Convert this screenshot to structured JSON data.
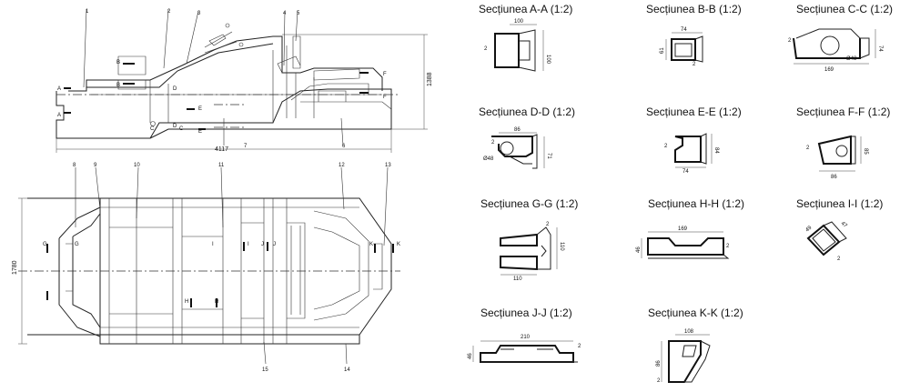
{
  "side_view": {
    "overall_length": "4117",
    "height": "1388",
    "callouts": [
      "1",
      "2",
      "3",
      "4",
      "5",
      "6",
      "7"
    ],
    "section_marks": [
      "A",
      "A",
      "B",
      "B",
      "C",
      "C",
      "D",
      "D",
      "E",
      "E",
      "F",
      "F"
    ]
  },
  "top_view": {
    "width": "1780",
    "callouts": [
      "8",
      "9",
      "10",
      "11",
      "12",
      "13",
      "14",
      "15"
    ],
    "section_marks": [
      "G",
      "G",
      "H",
      "H",
      "I",
      "I",
      "J",
      "J",
      "K",
      "K"
    ]
  },
  "sections": [
    {
      "title": "Secțiunea A-A (1:2)",
      "dims": [
        "100",
        "100",
        "2"
      ]
    },
    {
      "title": "Secțiunea B-B (1:2)",
      "dims": [
        "74",
        "61",
        "2"
      ]
    },
    {
      "title": "Secțiunea C-C (1:2)",
      "dims": [
        "169",
        "74",
        "Ø48",
        "2"
      ]
    },
    {
      "title": "Secțiunea D-D (1:2)",
      "dims": [
        "86",
        "71",
        "Ø48",
        "2"
      ]
    },
    {
      "title": "Secțiunea E-E (1:2)",
      "dims": [
        "74",
        "84",
        "2"
      ]
    },
    {
      "title": "Secțiunea F-F (1:2)",
      "dims": [
        "86",
        "85",
        "2"
      ]
    },
    {
      "title": "Secțiunea G-G (1:2)",
      "dims": [
        "110",
        "110",
        "2"
      ]
    },
    {
      "title": "Secțiunea H-H (1:2)",
      "dims": [
        "169",
        "46",
        "2"
      ]
    },
    {
      "title": "Secțiunea I-I (1:2)",
      "dims": [
        "47",
        "49",
        "2"
      ]
    },
    {
      "title": "Secțiunea J-J (1:2)",
      "dims": [
        "210",
        "46",
        "2"
      ]
    },
    {
      "title": "Secțiunea K-K (1:2)",
      "dims": [
        "108",
        "86",
        "2"
      ]
    }
  ]
}
